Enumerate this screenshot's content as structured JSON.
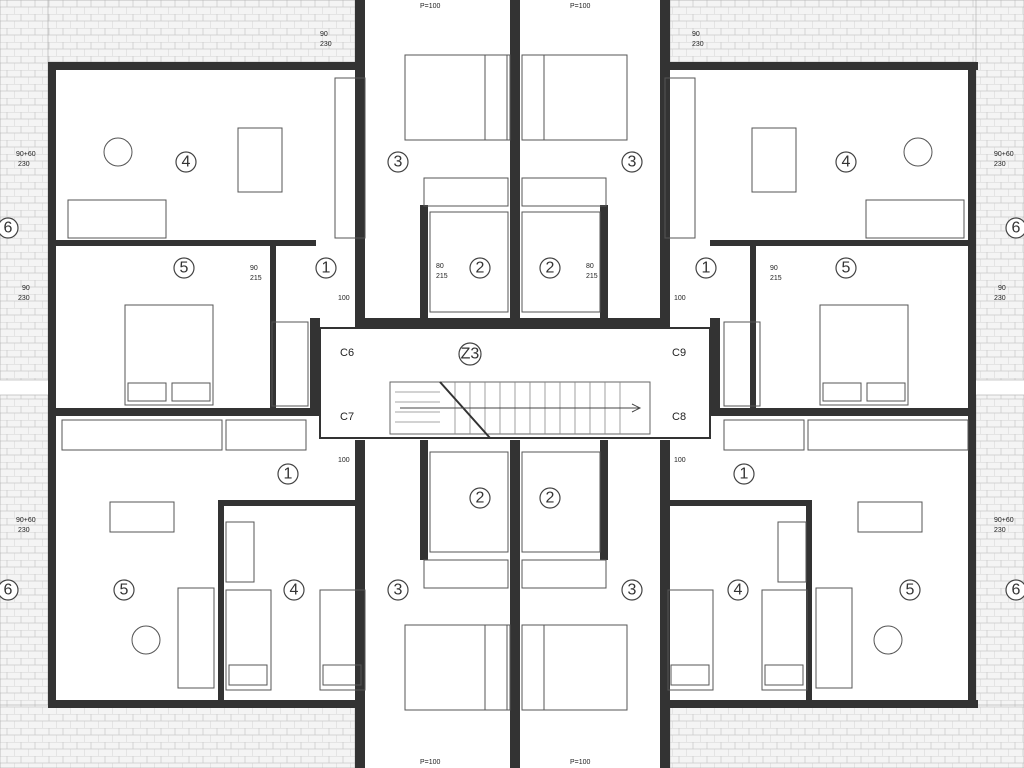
{
  "plan": {
    "stair_label": "Z3",
    "room_labels": {
      "top_left": [
        "4",
        "5",
        "1",
        "3",
        "2"
      ],
      "top_right": [
        "3",
        "2",
        "1",
        "4",
        "5"
      ],
      "bottom_left": [
        "1",
        "5",
        "4",
        "2",
        "3"
      ],
      "bottom_right": [
        "2",
        "3",
        "4",
        "1",
        "5"
      ],
      "side": [
        "6",
        "6",
        "6",
        "6"
      ]
    },
    "stair_tags": [
      "C6",
      "C9",
      "C7",
      "C8"
    ],
    "dimension_tags": {
      "window_large": "90+60",
      "window_small": "90",
      "height_230": "230",
      "door_90": "90",
      "door_80": "80",
      "door_215": "215",
      "door_100": "100",
      "gutter": "P=100"
    }
  }
}
